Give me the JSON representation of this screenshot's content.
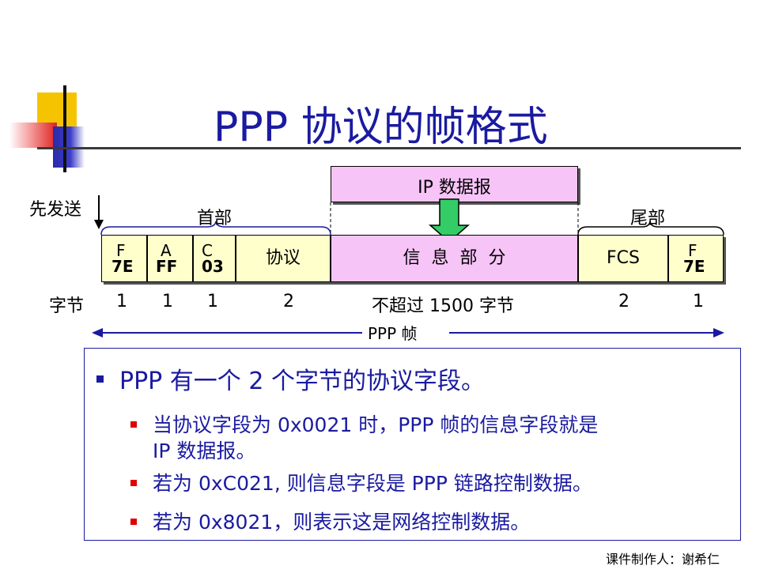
{
  "slide": {
    "title": "PPP 协议的帧格式",
    "credit": "课件制作人：谢希仁"
  },
  "frame": {
    "send_first": "先发送",
    "header_label": "首部",
    "trailer_label": "尾部",
    "ip_datagram": "IP 数据报",
    "fields": {
      "f1_name": "F",
      "f1_value": "7E",
      "a_name": "A",
      "a_value": "FF",
      "c_name": "C",
      "c_value": "03",
      "protocol": "协议",
      "info": "信  息  部  分",
      "fcs": "FCS",
      "f2_name": "F",
      "f2_value": "7E"
    },
    "bytes_label": "字节",
    "bytes": {
      "f1": "1",
      "a": "1",
      "c": "1",
      "protocol": "2",
      "info": "不超过 1500 字节",
      "fcs": "2",
      "f2": "1"
    },
    "frame_label": "PPP 帧"
  },
  "bullets": {
    "main": "PPP 有一个 2 个字节的协议字段。",
    "sub1_line1": "当协议字段为 0x0021 时，PPP 帧的信息字段就是",
    "sub1_line2": "IP 数据报。",
    "sub2": "若为 0xC021, 则信息字段是 PPP 链路控制数据。",
    "sub3": "若为 0x8021，则表示这是网络控制数据。"
  },
  "colors": {
    "title": "#1a1aa0",
    "yellow_cell": "#ffffcc",
    "pink_cell": "#f7c4f7",
    "arrow_green": "#33cc66"
  }
}
